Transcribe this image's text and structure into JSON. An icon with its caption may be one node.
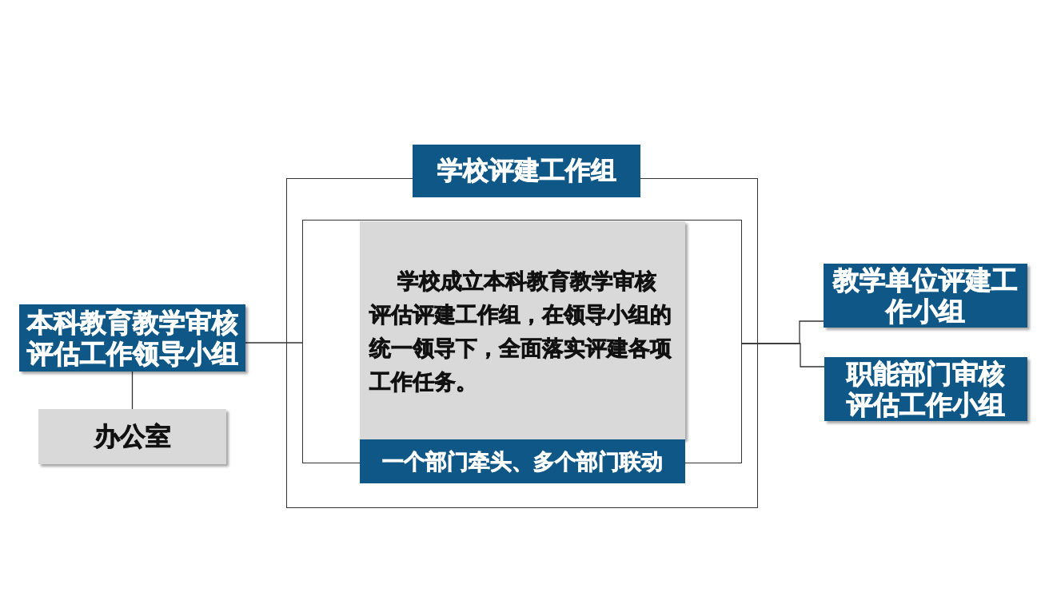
{
  "diagram": {
    "nodes": [
      {
        "text": [
          "本科教育教学审核评估工作领导小组"
        ]
      },
      {
        "text": [
          "办公室"
        ]
      },
      {
        "text": [
          "学校评建工作组"
        ]
      },
      {
        "text": [],
        "shape": "box",
        "in": 2
      },
      {
        "text": [
          "学校成立本科教育教学审核评估评建工作组，在领导小组的统一领导下，全面落实评建各项工作任务。"
        ],
        "in": 3
      },
      {
        "text": [
          "一个部门牵头、多个部门联动"
        ],
        "in": 2
      },
      {
        "text": [
          "教学单位评建工作小组"
        ]
      },
      {
        "text": [
          "职能部门审核评估工作小组"
        ]
      }
    ],
    "edges": [
      {
        "from": 0,
        "to": 1,
        "arrow": "none"
      },
      {
        "from": 0,
        "to": 3,
        "arrow": "none"
      },
      {
        "from": 3,
        "to": 6,
        "arrow": "none"
      },
      {
        "from": 3,
        "to": 7,
        "arrow": "none"
      }
    ]
  }
}
